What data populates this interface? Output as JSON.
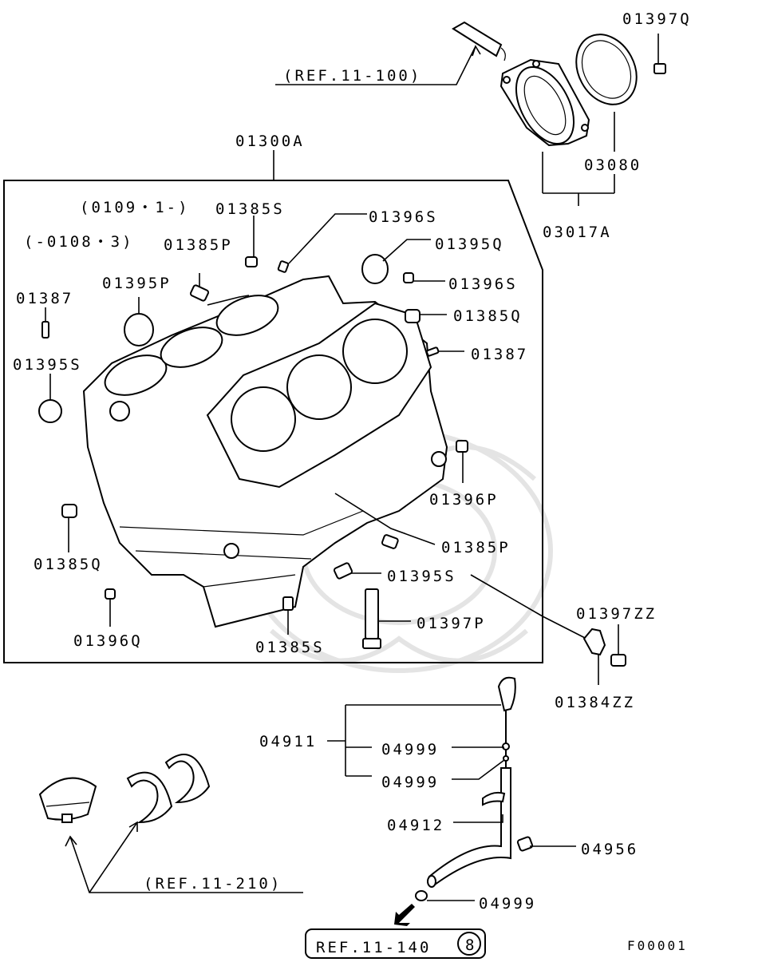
{
  "refs": {
    "top": "(REF.11-100)",
    "bearings": "(REF.11-210)",
    "bottom": "REF.11-140",
    "bottom_circle": "8"
  },
  "assembly": {
    "block": "01300A"
  },
  "serial_notes": {
    "from": "(0109・1-)",
    "to": "(-0108・3)"
  },
  "parts": {
    "p01397Q": "01397Q",
    "p03080": "03080",
    "p03017A": "03017A",
    "p01385S_top": "01385S",
    "p01396S_top": "01396S",
    "p01385P_top": "01385P",
    "p01395Q": "01395Q",
    "p01395P": "01395P",
    "p01396S_right": "01396S",
    "p01387_left": "01387",
    "p01385Q_right": "01385Q",
    "p01387_right": "01387",
    "p01395S_left": "01395S",
    "p01396P": "01396P",
    "p01385P_mid": "01385P",
    "p01385Q_left": "01385Q",
    "p01395S_mid": "01395S",
    "p01397P": "01397P",
    "p01396Q": "01396Q",
    "p01385S_bot": "01385S",
    "p01397ZZ": "01397ZZ",
    "p01384ZZ": "01384ZZ",
    "p04911": "04911",
    "p04999_a": "04999",
    "p04999_b": "04999",
    "p04912": "04912",
    "p04956": "04956",
    "p04999_c": "04999"
  },
  "figure_code": "F00001"
}
